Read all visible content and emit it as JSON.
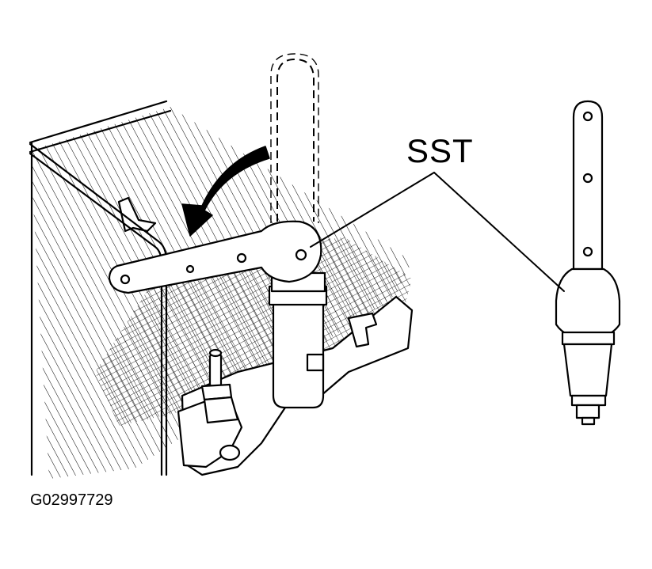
{
  "labels": {
    "tool": "SST",
    "figure_code": "G02997729"
  },
  "icons": {
    "rotation_arrow": "curved-arrow-counterclockwise"
  },
  "colors": {
    "ink": "#000000",
    "background": "#ffffff"
  }
}
